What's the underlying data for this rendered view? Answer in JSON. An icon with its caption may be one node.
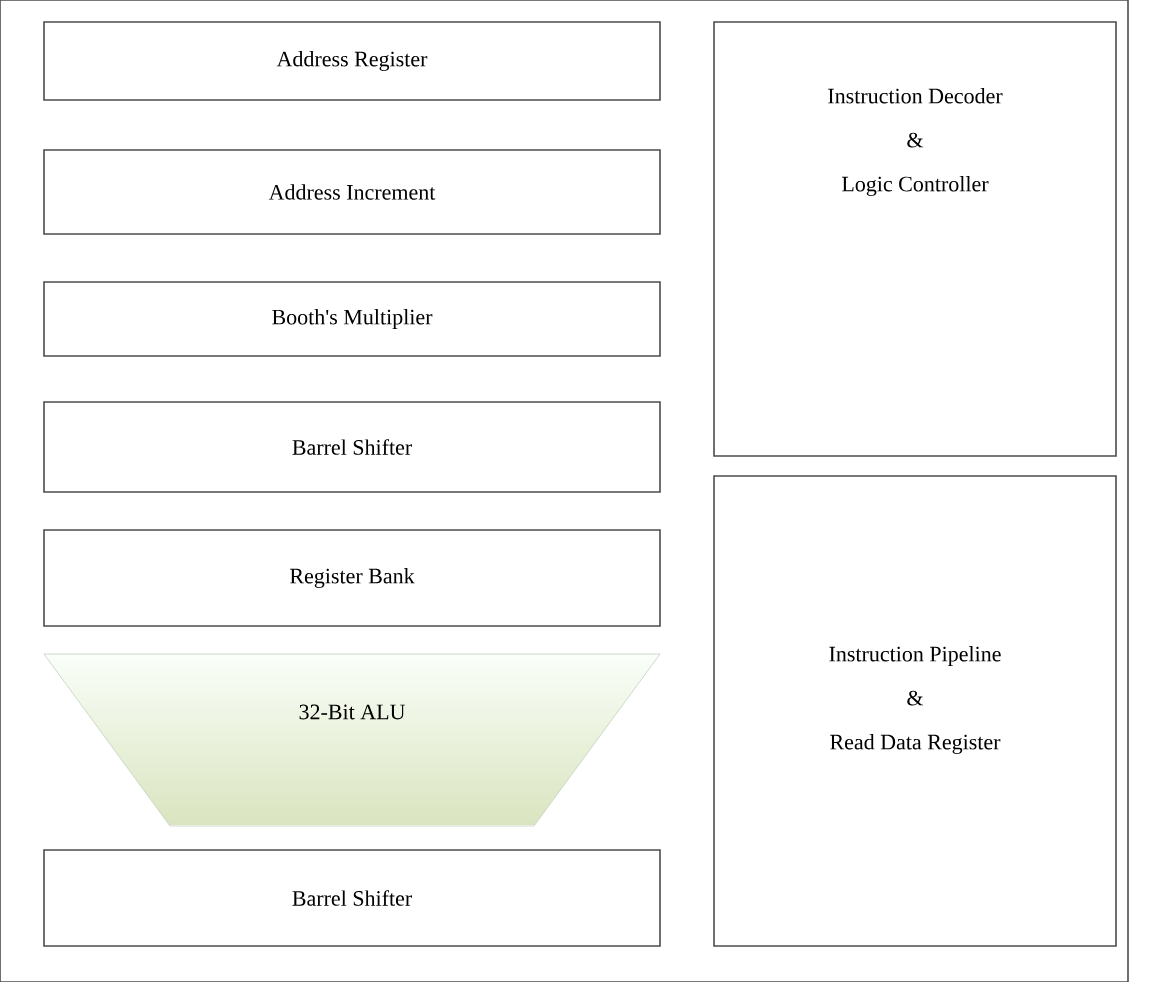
{
  "diagram": {
    "nodes": [
      {
        "text": [],
        "shape": "box"
      },
      {
        "text": [
          "Address Register"
        ],
        "in": 0
      },
      {
        "text": [
          "Address Increment"
        ],
        "in": 0
      },
      {
        "text": [
          "Booth's Multiplier"
        ],
        "in": 0
      },
      {
        "text": [
          "Barrel Shifter"
        ],
        "in": 0
      },
      {
        "text": [
          "Register Bank"
        ],
        "in": 0
      },
      {
        "text": [
          "32-Bit ALU"
        ],
        "in": 0
      },
      {
        "text": [
          "Barrel Shifter"
        ],
        "in": 0
      },
      {
        "text": [
          "Instruction Decoder",
          "&",
          "Logic Controller"
        ],
        "in": 0
      },
      {
        "text": [
          "Instruction Pipeline",
          "&",
          "Read Data Register"
        ],
        "in": 0
      }
    ]
  }
}
